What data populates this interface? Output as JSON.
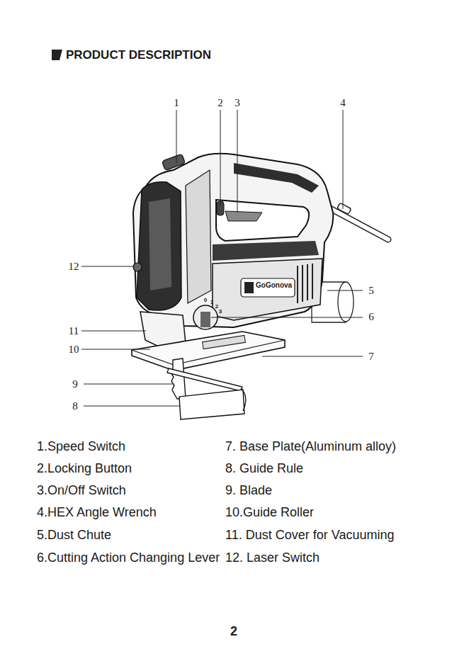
{
  "diagram": {
    "title": "PRODUCT DESCRIPTION",
    "labels": [
      "1",
      "2",
      "3",
      "4",
      "12",
      "5",
      "11",
      "6",
      "10",
      "7",
      "9",
      "8",
      "0",
      "1",
      "2",
      "3",
      "GoGonova",
      "1.Speed Switch",
      "2.Locking Button",
      "3.On/Off Switch",
      "4.HEX Angle Wrench",
      "5.Dust Chute",
      "6.Cutting Action Changing Lever",
      "7. Base Plate(Aluminum alloy)",
      "8. Guide Rule",
      "9. Blade",
      "10.Guide Roller",
      "11. Dust Cover for Vacuuming",
      "12. Laser Switch",
      "2"
    ]
  }
}
